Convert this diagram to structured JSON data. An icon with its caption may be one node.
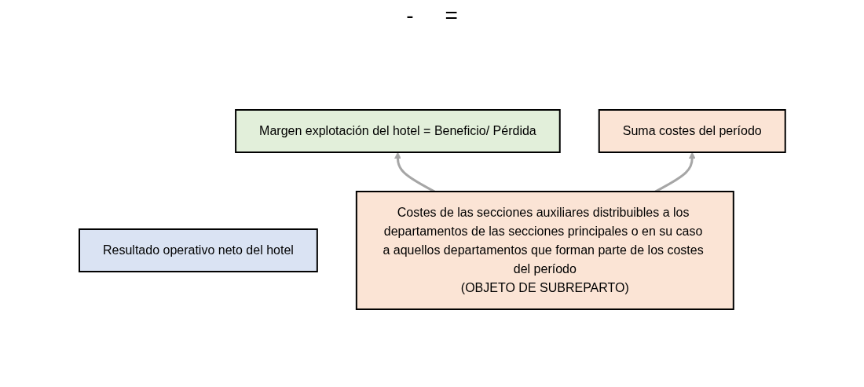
{
  "diagram": {
    "nodes": [
      {
        "text": [
          "Margen explotación del hotel = Beneficio/ Pérdida"
        ]
      },
      {
        "text": [
          "Suma costes del período"
        ]
      },
      {
        "text": [
          "Resultado operativo neto del hotel"
        ]
      },
      {
        "text": [
          "Costes de las secciones auxiliares distribuibles a los departamentos de las secciones principales o en su caso a aquellos departamentos que forman parte de los costes del período",
          "(OBJETO DE SUBREPARTO)"
        ]
      }
    ],
    "edges": [
      {
        "from": 3,
        "to": 0,
        "arrow": "to"
      },
      {
        "from": 3,
        "to": 1,
        "arrow": "to"
      }
    ],
    "labels": [
      "-",
      "="
    ]
  }
}
